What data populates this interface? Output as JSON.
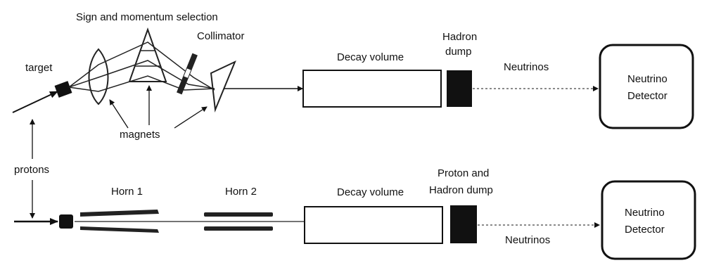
{
  "top": {
    "sign_momentum_label": "Sign and momentum selection",
    "collimator_label": "Collimator",
    "target_label": "target",
    "magnets_label": "magnets",
    "decay_volume_label": "Decay volume",
    "hadron_dump_line1": "Hadron",
    "hadron_dump_line2": "dump",
    "neutrinos_label": "Neutrinos",
    "detector_line1": "Neutrino",
    "detector_line2": "Detector"
  },
  "shared": {
    "protons_label": "protons"
  },
  "bottom": {
    "horn1_label": "Horn 1",
    "horn2_label": "Horn 2",
    "decay_volume_label": "Decay volume",
    "dump_line1": "Proton and",
    "dump_line2": "Hadron dump",
    "neutrinos_label": "Neutrinos",
    "detector_line1": "Neutrino",
    "detector_line2": "Detector"
  }
}
